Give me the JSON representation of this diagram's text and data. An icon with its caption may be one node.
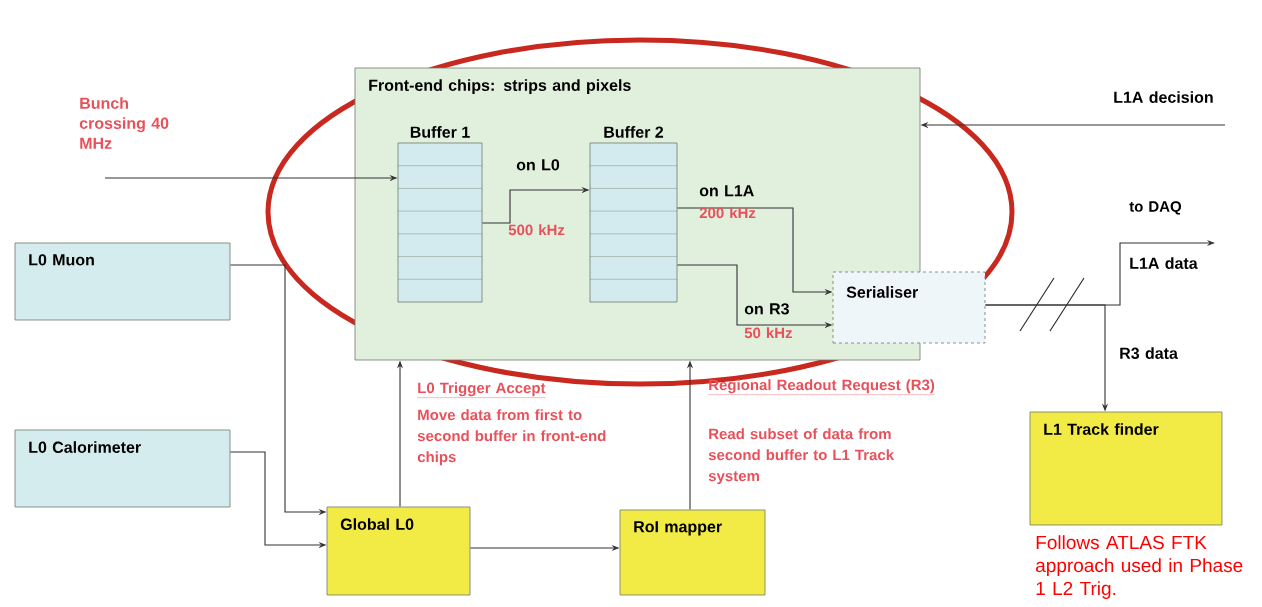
{
  "diagram": {
    "nodes": [
      {
        "text": [
          "Front-end chips: strips and pixels"
        ]
      },
      {
        "text": [
          "Buffer 1"
        ],
        "in": 0
      },
      {
        "text": [
          "Buffer 2"
        ],
        "in": 0
      },
      {
        "text": [
          "Serialiser"
        ]
      },
      {
        "text": [
          "L0 Muon"
        ]
      },
      {
        "text": [
          "L0 Calorimeter"
        ]
      },
      {
        "text": [
          "Global L0"
        ]
      },
      {
        "text": [
          "RoI mapper"
        ]
      },
      {
        "text": [
          "L1 Track finder"
        ],
        "beside": [
          "Follows ATLAS FTK approach used in Phase 1 L2 Trig."
        ]
      }
    ],
    "edges": [
      {
        "from": null,
        "to": 1,
        "arrow": "to",
        "label": "Bunch crossing 40 MHz"
      },
      {
        "from": null,
        "to": 0,
        "arrow": "to",
        "label": "L1A decision"
      },
      {
        "from": 1,
        "to": 2,
        "arrow": "to",
        "label": "on L0"
      },
      {
        "from": 2,
        "to": 3,
        "arrow": "to",
        "label": "on L1A"
      },
      {
        "from": 2,
        "to": 3,
        "arrow": "to",
        "label": "on R3"
      },
      {
        "from": 3,
        "to": null,
        "arrow": "to",
        "label": "L1A data"
      },
      {
        "from": 3,
        "to": 8,
        "arrow": "to",
        "label": "R3 data"
      },
      {
        "from": 4,
        "to": 6,
        "arrow": "to"
      },
      {
        "from": 5,
        "to": 6,
        "arrow": "to"
      },
      {
        "from": 6,
        "to": 0,
        "arrow": "to"
      },
      {
        "from": 6,
        "to": 7,
        "arrow": "to"
      },
      {
        "from": 7,
        "to": 0,
        "arrow": "to"
      }
    ],
    "labels": [
      "500 kHz",
      "200 kHz",
      "50 kHz",
      "to DAQ",
      "L0 Trigger Accept",
      "Move data from first to second buffer in front-end chips",
      "Regional Readout Request (R3)",
      "Read subset of data from second buffer to L1 Track system"
    ]
  }
}
